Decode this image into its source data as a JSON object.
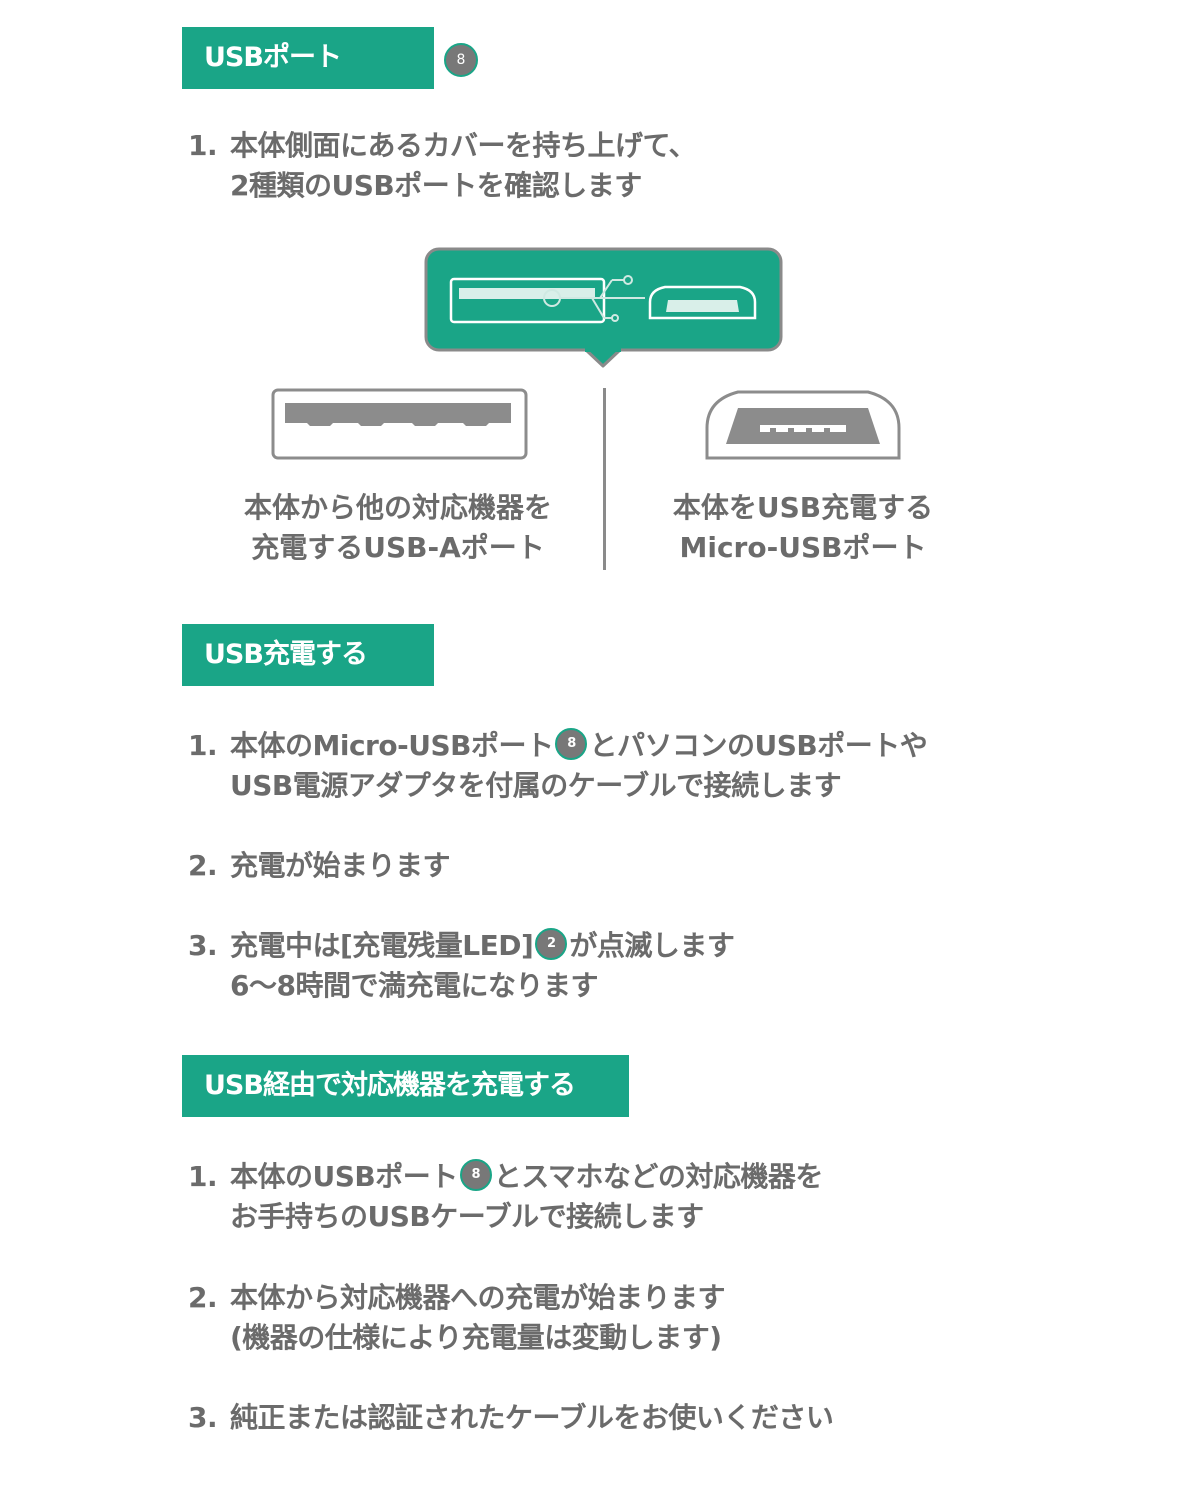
{
  "colors": {
    "accent": "#1aa587",
    "text": "#6b6b6b",
    "badge": "#787878",
    "port_fill": "#8c8c8c"
  },
  "sections": [
    {
      "title": "USBポート",
      "title_badge": "8",
      "steps": [
        {
          "number": "1.",
          "line1": "本体側面にあるカバーを持ち上げて、",
          "line2": "2種類のUSBポートを確認します"
        }
      ],
      "ports": {
        "usb_a_caption_line1": "本体から他の対応機器を",
        "usb_a_caption_line2": "充電するUSB-Aポート",
        "micro_caption_line1": "本体をUSB充電する",
        "micro_caption_line2": "Micro-USBポート"
      }
    },
    {
      "title": "USB充電する",
      "steps": [
        {
          "number": "1.",
          "line1_before": "本体のMicro-USBポート",
          "badge": "8",
          "line1_after": "とパソコンのUSBポートや",
          "line2": "USB電源アダプタを付属のケーブルで接続します"
        },
        {
          "number": "2.",
          "line1": "充電が始まります"
        },
        {
          "number": "3.",
          "line1_before": "充電中は[充電残量LED]",
          "badge": "2",
          "line1_after": "が点滅します",
          "line2": "6〜8時間で満充電になります"
        }
      ]
    },
    {
      "title": "USB経由で対応機器を充電する",
      "steps": [
        {
          "number": "1.",
          "line1_before": "本体のUSBポート",
          "badge": "8",
          "line1_after": "とスマホなどの対応機器を",
          "line2": "お手持ちのUSBケーブルで接続します"
        },
        {
          "number": "2.",
          "line1": "本体から対応機器への充電が始まります",
          "line2": "(機器の仕様により充電量は変動します)"
        },
        {
          "number": "3.",
          "line1": "純正または認証されたケーブルをお使いください"
        }
      ]
    }
  ]
}
